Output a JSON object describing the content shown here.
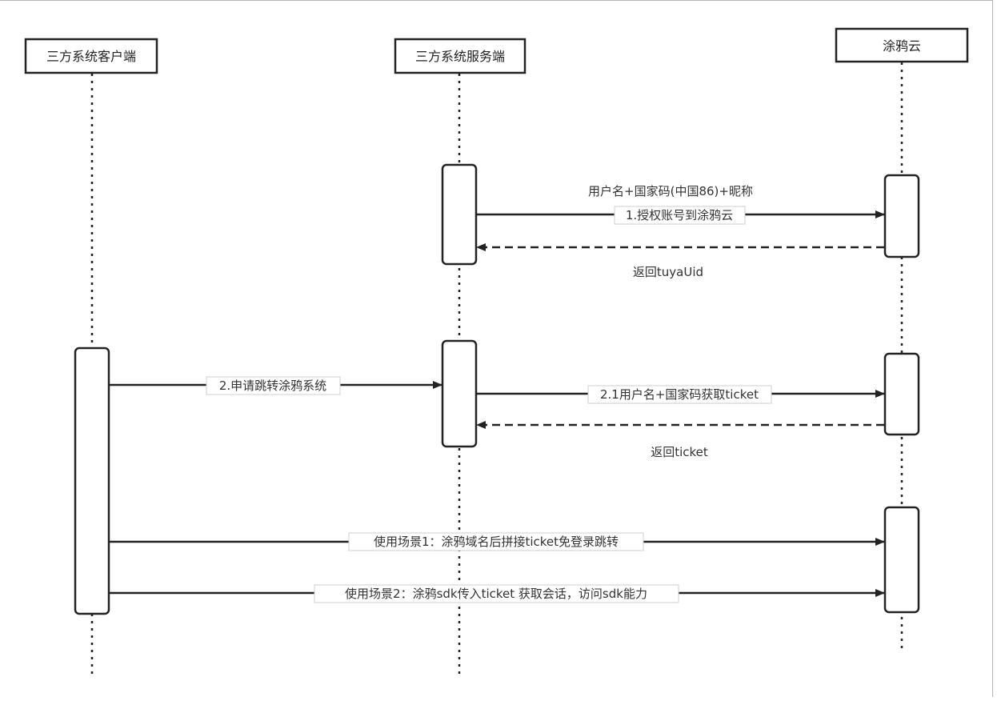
{
  "colors": {
    "line": "#222222",
    "text": "#333333",
    "label_bg": "#ffffff",
    "label_border": "#cfcfcf"
  },
  "actors": [
    {
      "id": "client",
      "label": "三方系统客户端"
    },
    {
      "id": "server",
      "label": "三方系统服务端"
    },
    {
      "id": "tuya",
      "label": "涂鸦云"
    }
  ],
  "messages": [
    {
      "id": "m1_above",
      "text": "用户名+国家码(中国86)+昵称"
    },
    {
      "id": "m1",
      "text": "1.授权账号到涂鸦云"
    },
    {
      "id": "r1",
      "text": "返回tuyaUid"
    },
    {
      "id": "m2",
      "text": "2.申请跳转涂鸦系统"
    },
    {
      "id": "m21",
      "text": "2.1用户名+国家码获取ticket"
    },
    {
      "id": "r21",
      "text": "返回ticket"
    },
    {
      "id": "s1",
      "text": "使用场景1：涂鸦域名后拼接ticket免登录跳转"
    },
    {
      "id": "s2",
      "text": "使用场景2：涂鸦sdk传入ticket 获取会话，访问sdk能力"
    }
  ]
}
